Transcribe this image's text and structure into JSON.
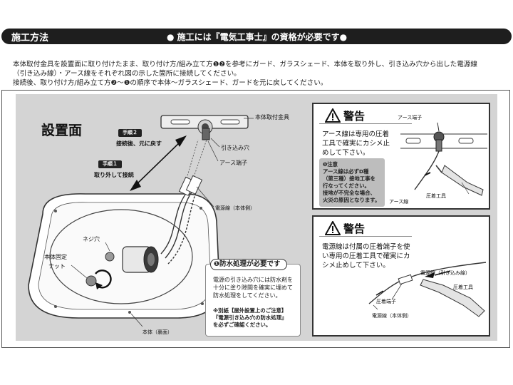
{
  "header": {
    "title": "施工方法",
    "notice": "● 施工には『電気工事士』の資格が必要です●"
  },
  "intro": {
    "line1": "本体取付金具を設置面に取り付けたまま、取り付け方/組み立て方❶❷を参考にガード、ガラスシェード、本体を取り外し、引き込み穴から出した電源線",
    "line2": "（引き込み線）・アース線をそれぞれ図の示した箇所に接続してください。",
    "line3": "接続後、取り付け方/組み立て方❷～❶の順序で本体～ガラスシェード、ガードを元に戻してください。"
  },
  "diagram": {
    "section_title": "設置面",
    "step2_pill": "手順２",
    "step2_text": "接続後、元に戻す",
    "step1_pill": "手順１",
    "step1_text": "取り外して接続",
    "label_bracket": "本体取付金具",
    "label_hole": "引き込み穴",
    "label_earth_terminal": "アース端子",
    "label_power_cable": "電源線（本体側）",
    "label_screw_hole": "ネジ穴",
    "label_fix_nut_1": "本体固定",
    "label_fix_nut_2": "ナット",
    "label_body_back": "本体（裏面）"
  },
  "warning1": {
    "title": "警告",
    "line1": "アース線は専用の圧着",
    "line2": "工具で確実にカシメ止",
    "line3": "めして下さい。",
    "caution_title": "❶注意",
    "caution_l1": "アース線は必ずD種",
    "caution_l2": "（第三種）接地工事を",
    "caution_l3": "行なってください。",
    "caution_l4": "接地が不完全な場合、",
    "caution_l5": "火災の原因となります。",
    "label_earth_terminal": "アース端子",
    "label_crimp_tool": "圧着工具",
    "label_earth_wire": "アース線"
  },
  "warning2": {
    "title": "警告",
    "line1": "電源線は付属の圧着端子を使",
    "line2": "い専用の圧着工具で確実にカ",
    "line3": "シメ止めして下さい。",
    "label_power_in": "電源線（引き込み線）",
    "label_crimp_tool": "圧着工具",
    "label_crimp_terminal": "圧着端子",
    "label_power_body": "電源線（本体側）"
  },
  "waterproof": {
    "title": "❶防水処理が必要です",
    "line1": "電源の引き込み穴には防水剤を",
    "line2": "十分に塗り隙間を確実に埋めて",
    "line3": "防水処理をしてください。",
    "note1": "※別紙【屋外設置上のご注意】",
    "note2": "『電源引き込み穴の防水処理』",
    "note3": "を必ずご確認ください。"
  }
}
